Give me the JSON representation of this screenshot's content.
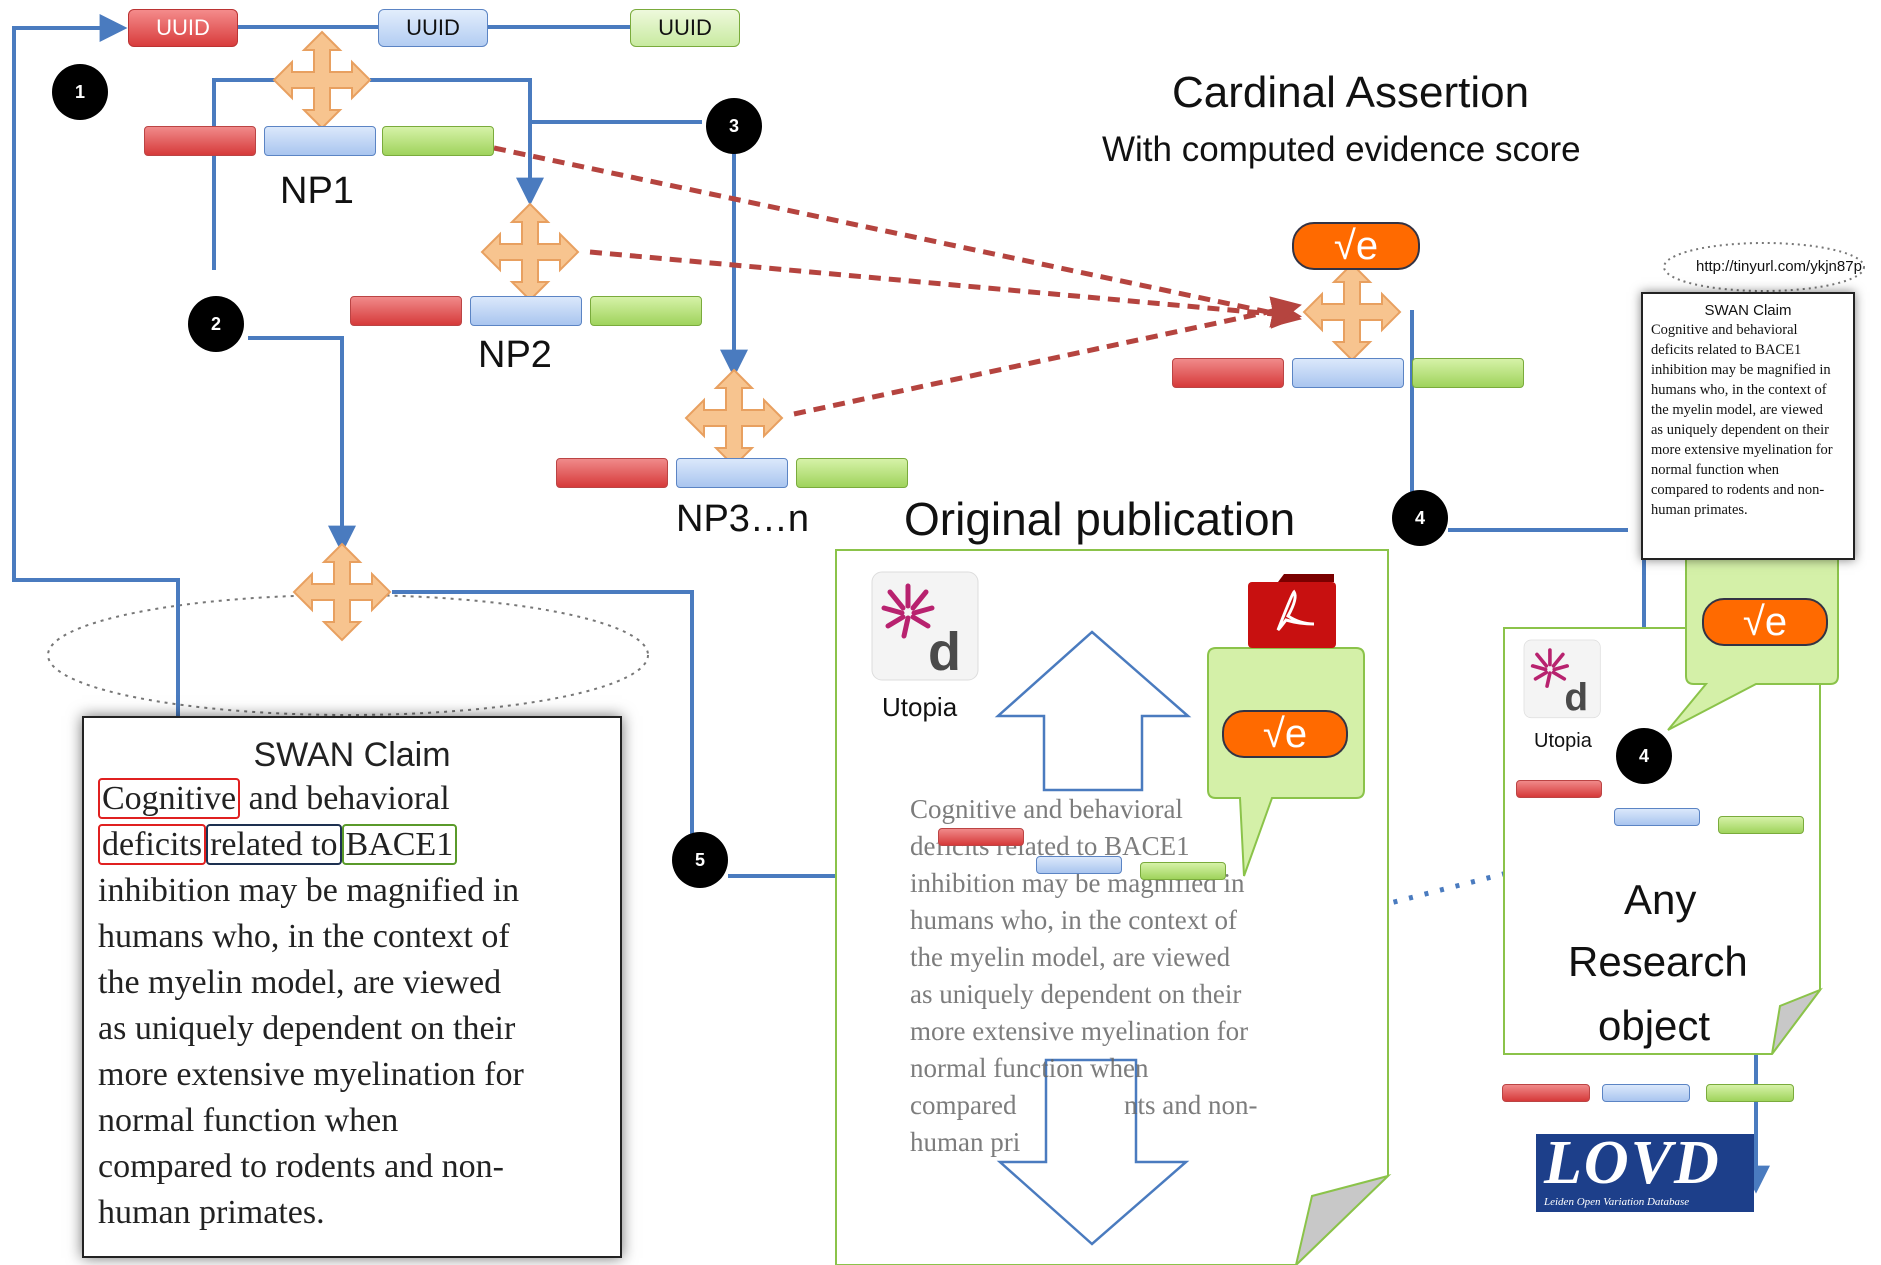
{
  "uuids": [
    "UUID",
    "UUID",
    "UUID"
  ],
  "badges": [
    "1",
    "2",
    "3",
    "4",
    "4",
    "5"
  ],
  "nanopubs": [
    "NP1",
    "NP2",
    "NP3…n"
  ],
  "cardinal": {
    "title": "Cardinal Assertion",
    "subtitle": "With computed evidence score",
    "score": "√e"
  },
  "swan_big": {
    "title": "SWAN Claim",
    "line1_word1": "Cognitive",
    "line1_rest": " and behavioral",
    "line2_word1": "deficits",
    "line2_word2": "related to",
    "line2_word3": "BACE1",
    "lines": [
      "inhibition may be magnified in",
      "humans who, in the context of",
      "the myelin model, are viewed",
      "as uniquely dependent on their",
      "more extensive myelination for",
      "normal function when",
      "compared to rodents and non-",
      "human primates."
    ]
  },
  "swan_small": {
    "url": "http://tinyurl.com/ykjn87p",
    "title": "SWAN Claim",
    "lines": [
      "Cognitive and behavioral",
      "deficits related to BACE1",
      "inhibition may be magnified in",
      "humans who, in the context of",
      "the myelin model, are viewed",
      "as uniquely dependent on their",
      "more extensive myelination for",
      "normal function when",
      "compared to rodents and non-",
      "human primates."
    ]
  },
  "publication": {
    "title": "Original publication",
    "app_label": "Utopia",
    "score": "√e",
    "lines": [
      "Cognitive and behavioral",
      "deficits related to BACE1",
      "inhibition may be magnified in",
      "humans who, in the context of",
      "the myelin model, are viewed",
      "as uniquely dependent on their",
      "more extensive myelination for",
      "normal function when",
      "compared",
      "nts and non-",
      "human pri"
    ]
  },
  "research_object": {
    "app_label": "Utopia",
    "score": "√e",
    "line1": "Any",
    "line2": "Research",
    "line3": "object"
  },
  "lovd": {
    "logo_text": "LOVD",
    "tagline": "Leiden Open Variation Database"
  },
  "colors": {
    "arrow_blue": "#4a7bbf",
    "dashed_red": "#b5443f",
    "cross_fill": "#f7c48f",
    "score_orange": "#ff6a00",
    "callout_green": "#d4f0a8"
  },
  "icons": [
    "utopia-logo-icon",
    "pdf-folder-icon",
    "cross-arrows-icon",
    "up-arrow-icon",
    "down-arrow-icon"
  ]
}
